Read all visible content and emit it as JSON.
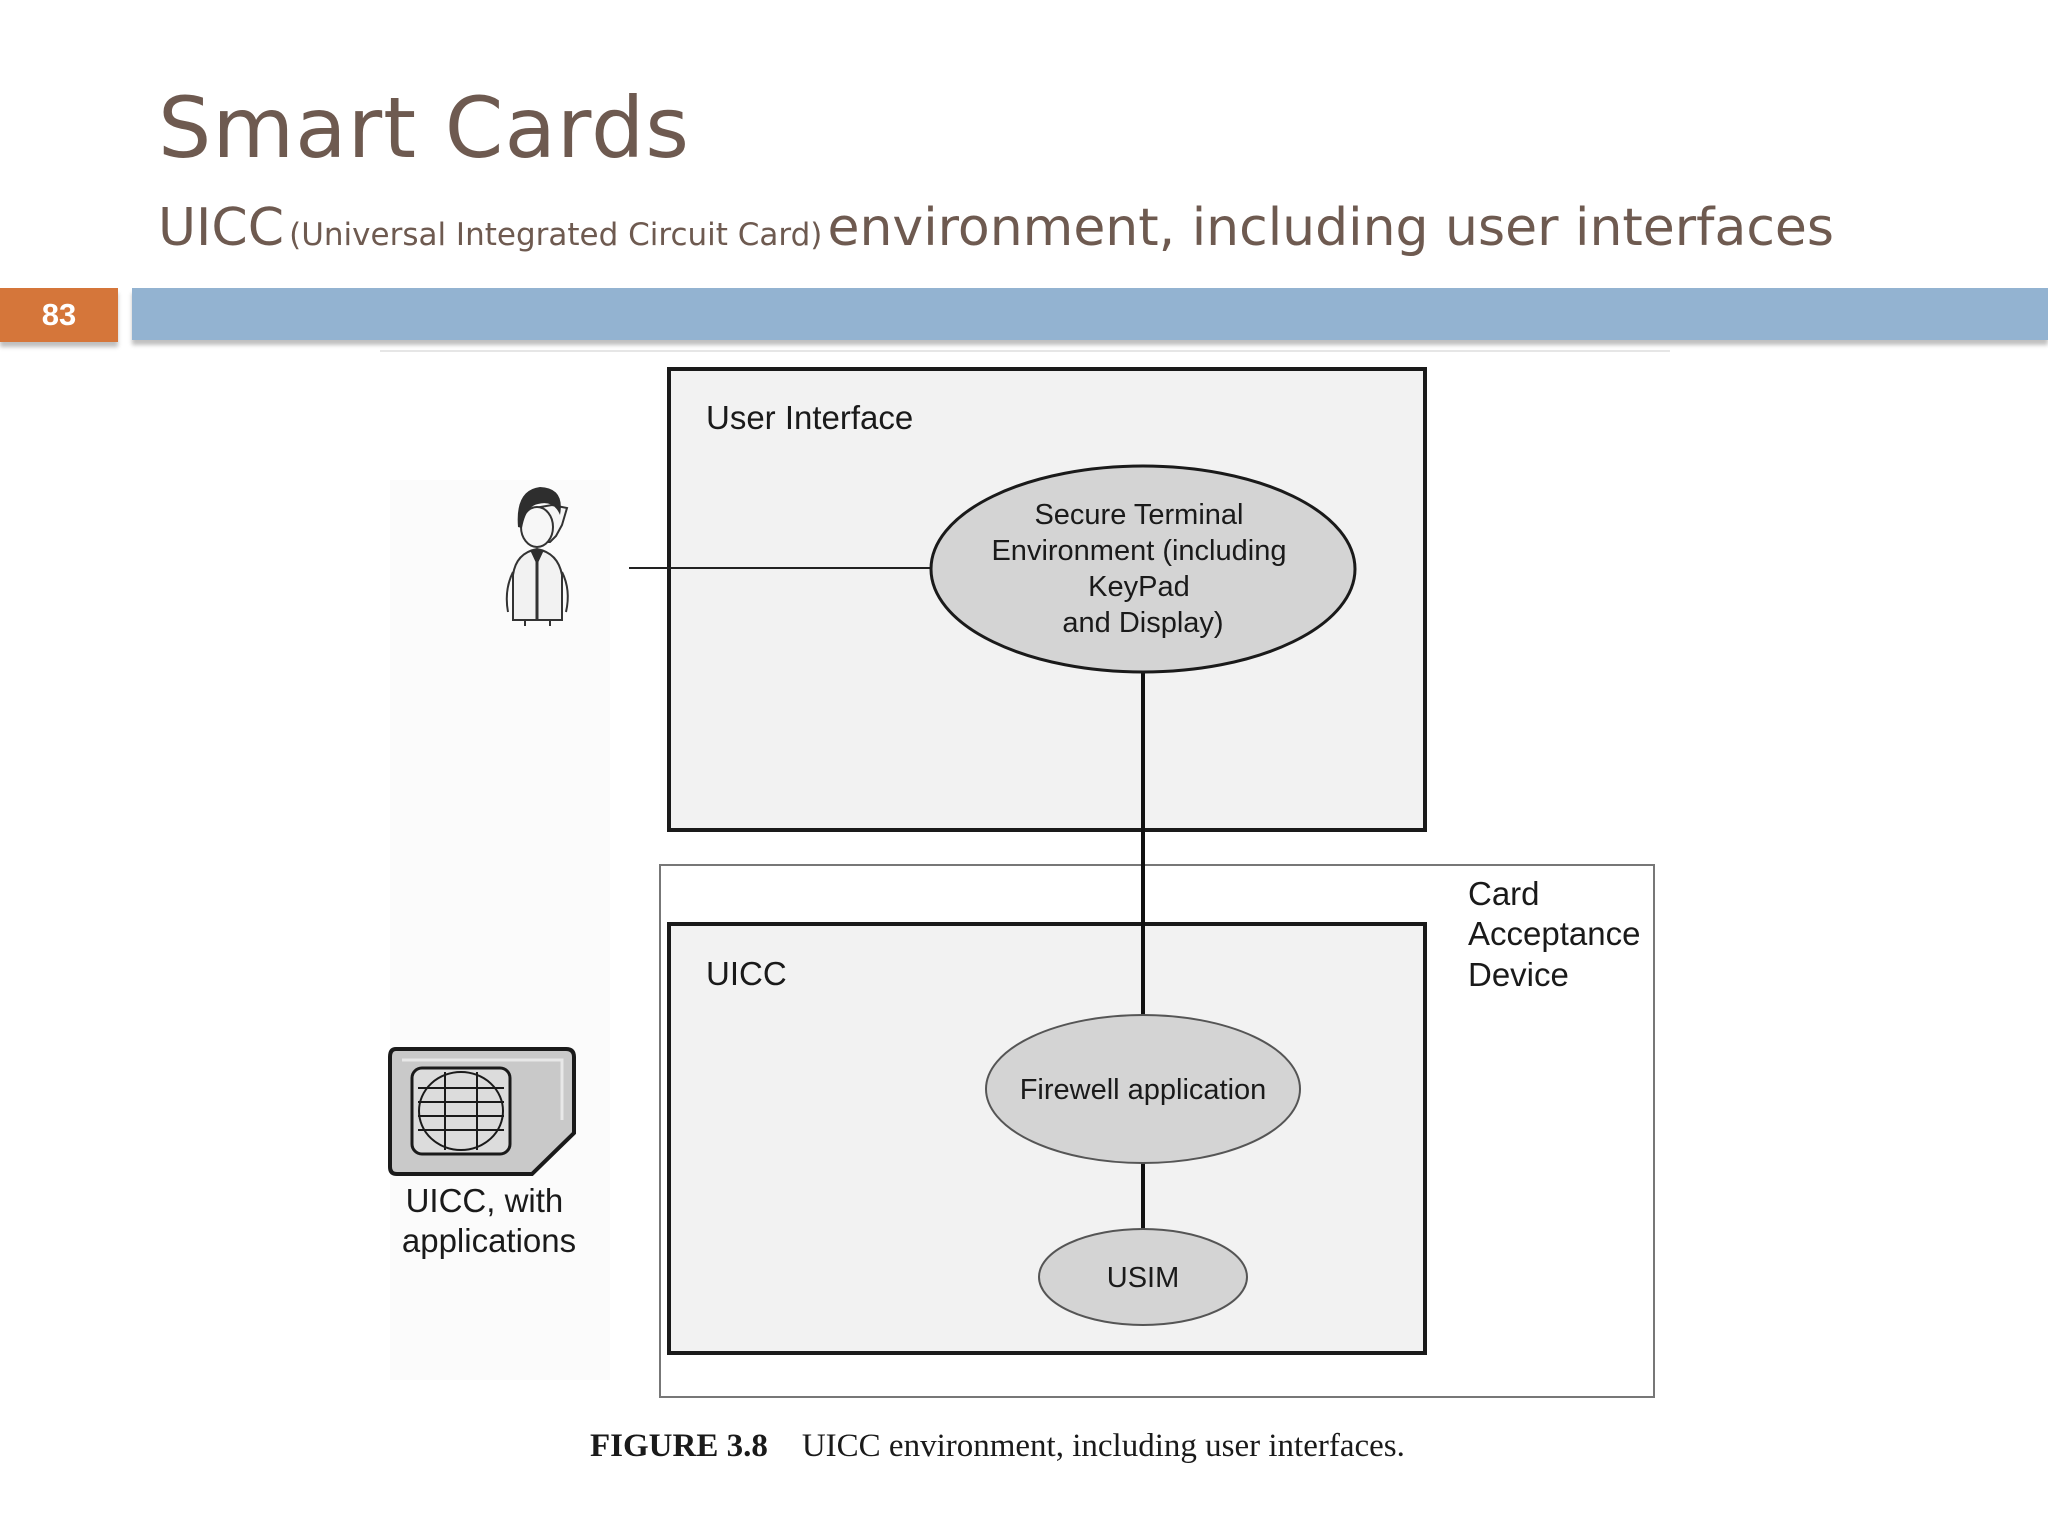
{
  "slide": {
    "title": "Smart Cards",
    "subtitle_prefix": "UICC",
    "subtitle_paren": "(Universal Integrated Circuit Card)",
    "subtitle_suffix": "environment, including user interfaces",
    "page_number": "83"
  },
  "diagram": {
    "user_interface_label": "User Interface",
    "secure_terminal_lines": [
      "Secure Terminal",
      "Environment (including",
      "KeyPad",
      "and Display)"
    ],
    "card_acceptance_lines": [
      "Card",
      "Acceptance",
      "Device"
    ],
    "uicc_label": "UICC",
    "firewall_label": "Firewell application",
    "usim_label": "USIM",
    "sim_caption_lines": [
      "UICC, with",
      "applications"
    ]
  },
  "caption": {
    "figure_number": "FIGURE 3.8",
    "text": "UICC environment, including user interfaces."
  },
  "colors": {
    "title_text": "#6e5a50",
    "header_bar": "#93b3d1",
    "page_badge": "#d5763a",
    "box_fill": "#f2f2f2",
    "ellipse_fill": "#d4d4d4"
  }
}
